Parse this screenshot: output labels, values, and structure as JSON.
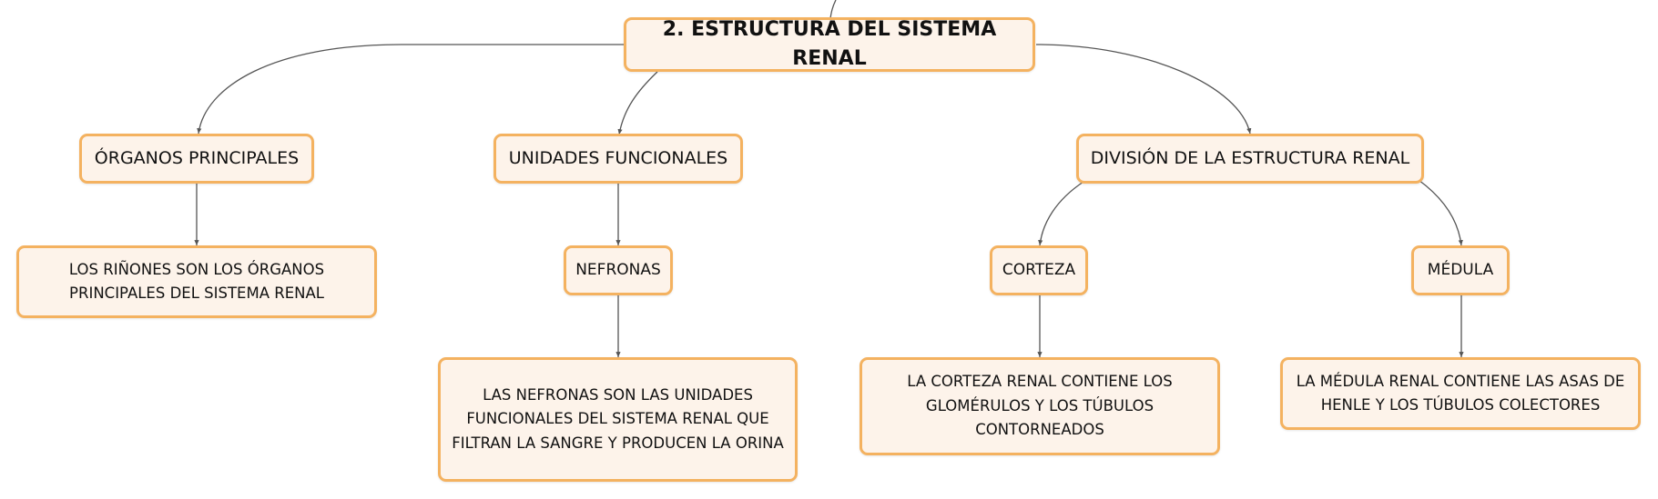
{
  "colors": {
    "border": "#f4b260",
    "fill": "#fdf3ea",
    "line": "#555555"
  },
  "root": {
    "label": "2. ESTRUCTURA DEL SISTEMA RENAL"
  },
  "branches": {
    "organos": {
      "label": "ÓRGANOS PRINCIPALES",
      "detail": "LOS RIÑONES SON LOS ÓRGANOS\nPRINCIPALES DEL SISTEMA RENAL"
    },
    "unidades": {
      "label": "UNIDADES FUNCIONALES",
      "child": "NEFRONAS",
      "detail": "LAS NEFRONAS SON LAS UNIDADES\nFUNCIONALES DEL SISTEMA RENAL QUE\nFILTRAN LA SANGRE Y PRODUCEN LA ORINA"
    },
    "division": {
      "label": "DIVISIÓN DE LA ESTRUCTURA RENAL",
      "corteza": {
        "label": "CORTEZA",
        "detail": "LA CORTEZA RENAL CONTIENE LOS\nGLOMÉRULOS Y LOS TÚBULOS\nCONTORNEADOS"
      },
      "medula": {
        "label": "MÉDULA",
        "detail": "LA MÉDULA RENAL CONTIENE LAS ASAS DE\nHENLE Y LOS TÚBULOS COLECTORES"
      }
    }
  }
}
